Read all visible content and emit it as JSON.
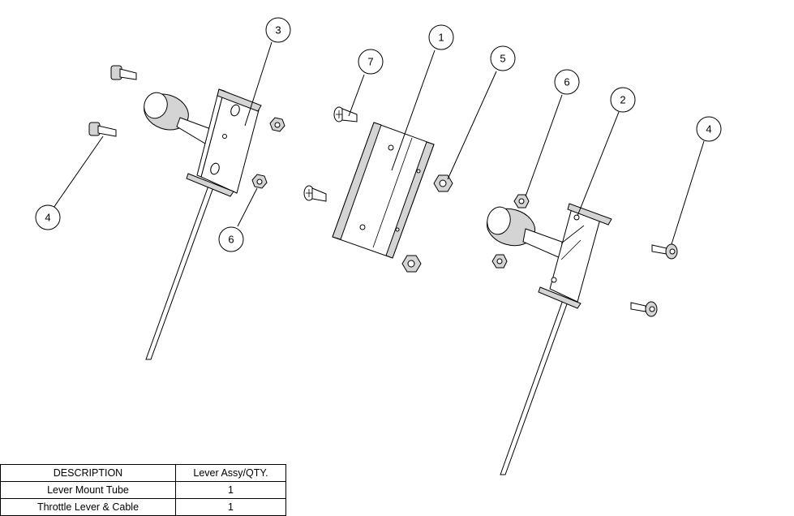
{
  "balloons": [
    {
      "id": "balloon-3",
      "label": "3"
    },
    {
      "id": "balloon-1",
      "label": "1"
    },
    {
      "id": "balloon-7",
      "label": "7"
    },
    {
      "id": "balloon-5",
      "label": "5"
    },
    {
      "id": "balloon-6-right",
      "label": "6"
    },
    {
      "id": "balloon-2",
      "label": "2"
    },
    {
      "id": "balloon-4-right",
      "label": "4"
    },
    {
      "id": "balloon-4-left",
      "label": "4"
    },
    {
      "id": "balloon-6-left",
      "label": "6"
    }
  ],
  "bom": {
    "headers": {
      "description": "DESCRIPTION",
      "qty": "Lever Assy/QTY."
    },
    "rows": [
      {
        "description": "Lever Mount Tube",
        "qty": "1"
      },
      {
        "description": "Throttle Lever & Cable",
        "qty": "1"
      }
    ]
  }
}
